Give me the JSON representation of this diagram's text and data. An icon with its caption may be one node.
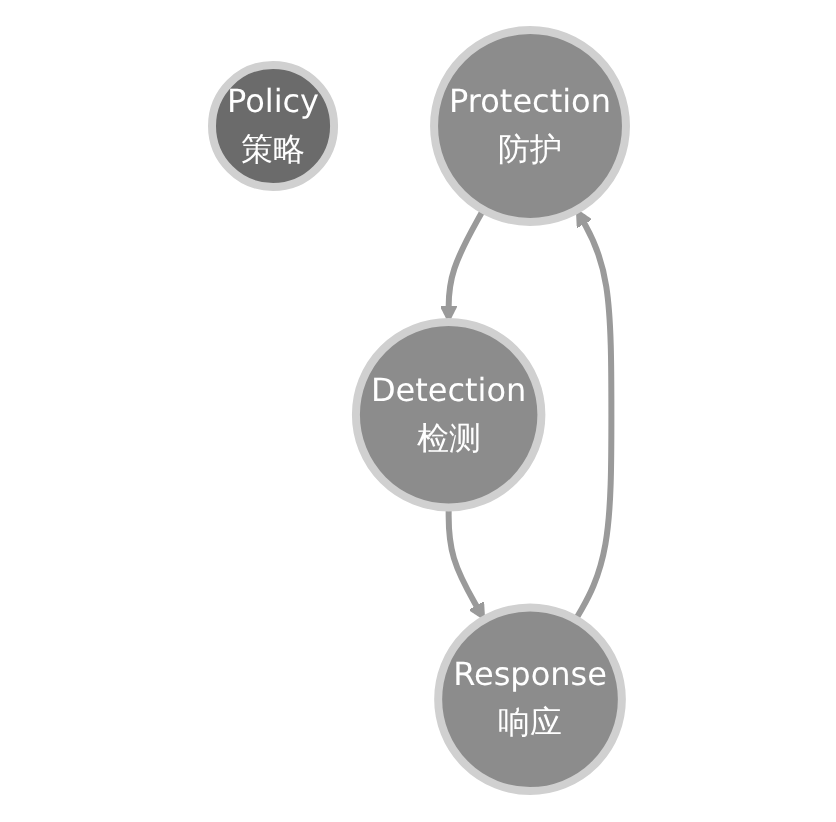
{
  "diagram": {
    "nodes": [
      {
        "text": [
          "Policy",
          "策略"
        ]
      },
      {
        "text": [
          "Protection",
          "防护"
        ]
      },
      {
        "text": [
          "Detection",
          "检测"
        ]
      },
      {
        "text": [
          "Response",
          "响应"
        ]
      }
    ],
    "edges": [
      {
        "from": 1,
        "to": 2,
        "arrow": "to"
      },
      {
        "from": 2,
        "to": 3,
        "arrow": "to"
      },
      {
        "from": 3,
        "to": 1,
        "arrow": "to"
      }
    ]
  }
}
